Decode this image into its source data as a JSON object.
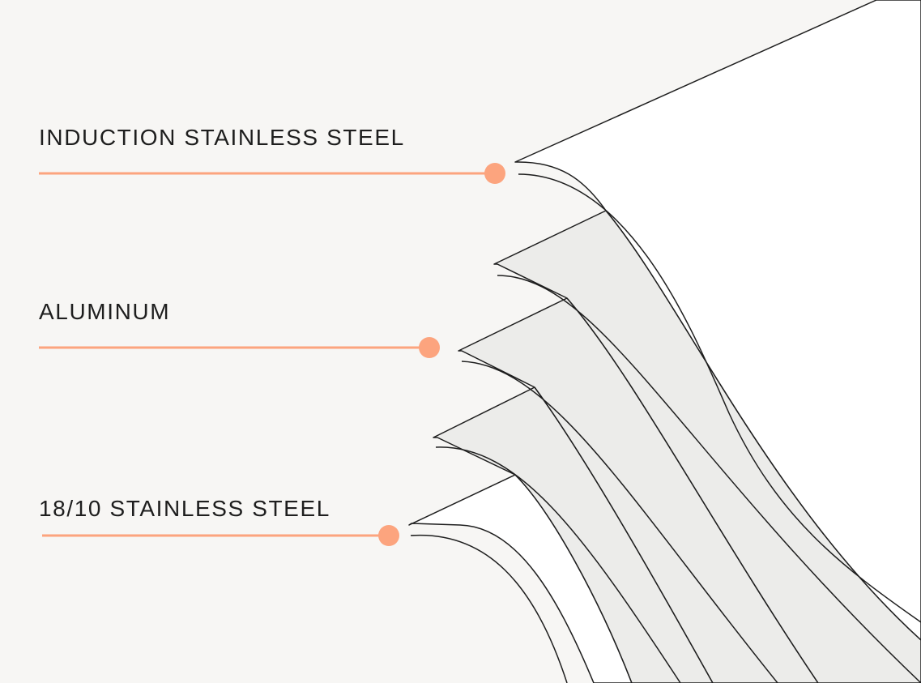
{
  "colors": {
    "background": "#f7f6f4",
    "accent": "#fca47e",
    "outline": "#1e1e1e",
    "layer_steel": "#ffffff",
    "layer_aluminum": "#ececea",
    "text": "#1e1e1e"
  },
  "layers": [
    {
      "label": "INDUCTION STAINLESS STEEL"
    },
    {
      "label": "ALUMINUM"
    },
    {
      "label": "18/10 STAINLESS STEEL"
    }
  ]
}
